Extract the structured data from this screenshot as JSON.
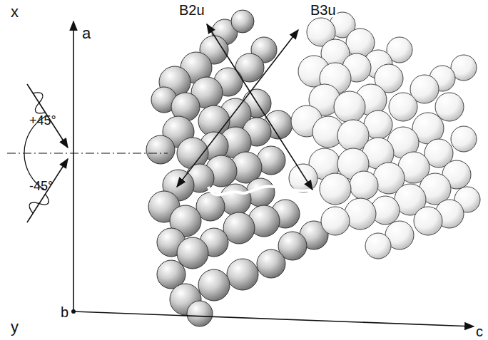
{
  "diagram": {
    "labels": [
      "x",
      "y",
      "+45°",
      "-45°",
      "a",
      "b",
      "c",
      "B2u",
      "B3u"
    ]
  }
}
